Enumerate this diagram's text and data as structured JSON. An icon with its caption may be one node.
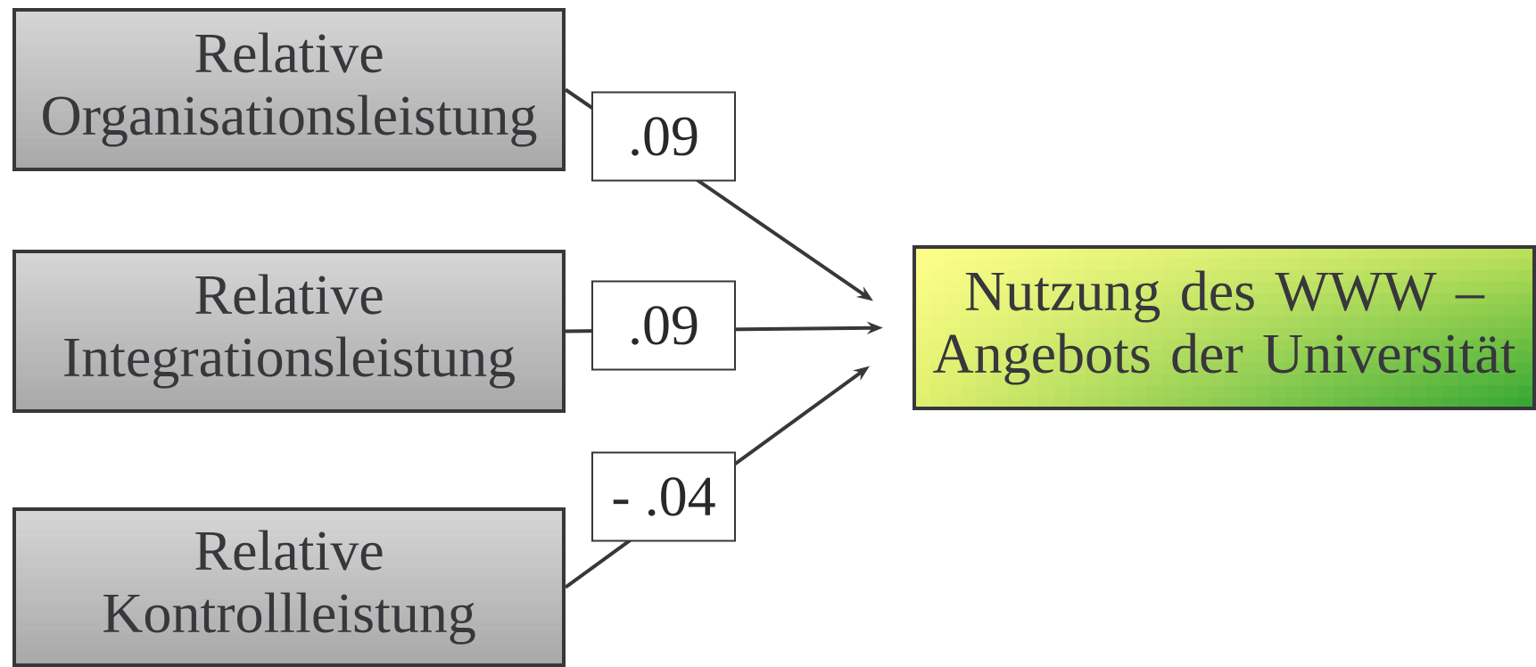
{
  "diagram": {
    "nodes": [
      {
        "text": [
          "Relative Organisationsleistung"
        ]
      },
      {
        "text": [
          "Relative Integrationsleistung"
        ]
      },
      {
        "text": [
          "Relative Kontrollleistung"
        ]
      },
      {
        "text": [
          "Nutzung des WWW – Angebots der Universität"
        ]
      }
    ],
    "edges": [
      {
        "from": 0,
        "to": 3,
        "arrow": "to",
        "label": ".09"
      },
      {
        "from": 1,
        "to": 3,
        "arrow": "to",
        "label": ".09"
      },
      {
        "from": 2,
        "to": 3,
        "arrow": "to",
        "label": "- .04"
      }
    ]
  }
}
